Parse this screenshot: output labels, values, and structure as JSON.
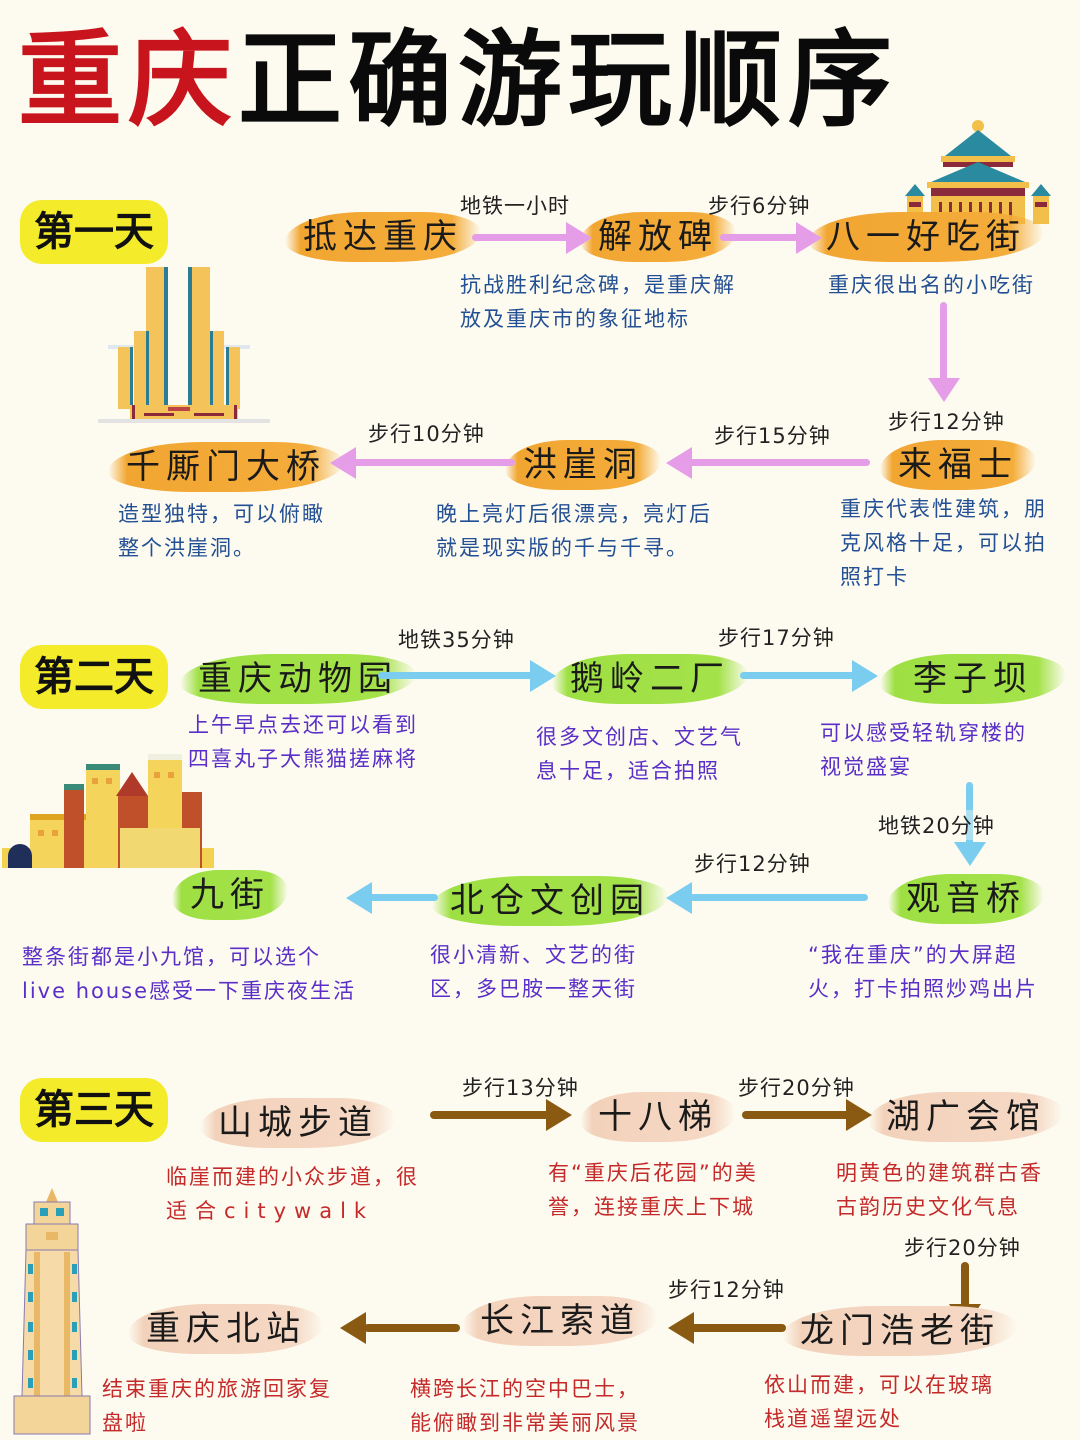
{
  "title": {
    "red": "重庆",
    "black": "正确游玩顺序"
  },
  "colors": {
    "day1_arrow": "#e59de8",
    "day2_arrow": "#7bcdf0",
    "day3_arrow": "#8a5a12",
    "day_badge": "#f4ec2a",
    "title_red": "#c8141c"
  },
  "day1": {
    "label": "第一天",
    "stops": [
      {
        "name": "抵达重庆"
      },
      {
        "name": "解放碑",
        "desc": [
          "抗战胜利纪念碑，是重庆解",
          "放及重庆市的象征地标"
        ]
      },
      {
        "name": "八一好吃街",
        "desc": [
          "重庆很出名的小吃街"
        ]
      },
      {
        "name": "来福士",
        "desc": [
          "重庆代表性建筑，朋",
          "克风格十足，可以拍",
          "照打卡"
        ]
      },
      {
        "name": "洪崖洞",
        "desc": [
          "晚上亮灯后很漂亮，亮灯后",
          "就是现实版的千与千寻。"
        ]
      },
      {
        "name": "千厮门大桥",
        "desc": [
          "造型独特，可以俯瞰",
          "整个洪崖洞。"
        ]
      }
    ],
    "transits": [
      "地铁一小时",
      "步行6分钟",
      "步行12分钟",
      "步行15分钟",
      "步行10分钟"
    ]
  },
  "day2": {
    "label": "第二天",
    "stops": [
      {
        "name": "重庆动物园",
        "desc": [
          "上午早点去还可以看到",
          "四喜丸子大熊猫搓麻将"
        ]
      },
      {
        "name": "鹅岭二厂",
        "desc": [
          "很多文创店、文艺气",
          "息十足，适合拍照"
        ]
      },
      {
        "name": "李子坝",
        "desc": [
          "可以感受轻轨穿楼的",
          "视觉盛宴"
        ]
      },
      {
        "name": "观音桥",
        "desc": [
          "“我在重庆”的大屏超",
          "火，打卡拍照炒鸡出片"
        ]
      },
      {
        "name": "北仓文创园",
        "desc": [
          "很小清新、文艺的街",
          "区，多巴胺一整天街"
        ]
      },
      {
        "name": "九街",
        "desc": [
          "整条街都是小九馆，可以选个",
          "live  house感受一下重庆夜生活"
        ]
      }
    ],
    "transits": [
      "地铁35分钟",
      "步行17分钟",
      "地铁20分钟",
      "步行12分钟"
    ]
  },
  "day3": {
    "label": "第三天",
    "stops": [
      {
        "name": "山城步道",
        "desc": [
          "临崖而建的小众步道，很",
          "适合citywalk"
        ]
      },
      {
        "name": "十八梯",
        "desc": [
          "有“重庆后花园”的美",
          "誉，连接重庆上下城"
        ]
      },
      {
        "name": "湖广会馆",
        "desc": [
          "明黄色的建筑群古香",
          "古韵历史文化气息"
        ]
      },
      {
        "name": "龙门浩老街",
        "desc": [
          "依山而建，可以在玻璃",
          "栈道遥望远处"
        ]
      },
      {
        "name": "长江索道",
        "desc": [
          "横跨长江的空中巴士，",
          "能俯瞰到非常美丽风景"
        ]
      },
      {
        "name": "重庆北站",
        "desc": [
          "结束重庆的旅游回家复",
          "盘啦"
        ]
      }
    ],
    "transits": [
      "步行13分钟",
      "步行20分钟",
      "步行20分钟",
      "步行12分钟"
    ]
  }
}
